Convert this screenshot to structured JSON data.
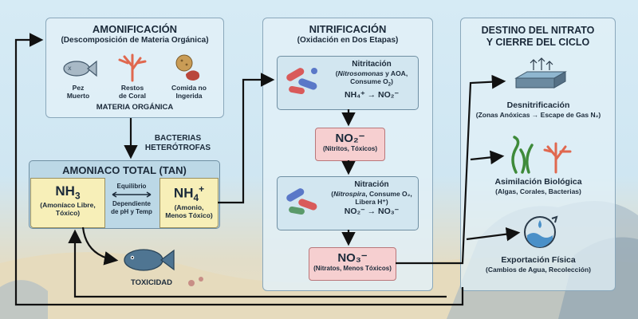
{
  "amonificacion": {
    "title": "AMONIFICACIÓN",
    "subtitle": "(Descomposición de Materia Orgánica)",
    "items": [
      {
        "line1": "Pez",
        "line2": "Muerto",
        "icon": "fish-icon"
      },
      {
        "line1": "Restos",
        "line2": "de Coral",
        "icon": "coral-icon"
      },
      {
        "line1": "Comida no",
        "line2": "Ingerida",
        "icon": "food-pellet-icon"
      }
    ],
    "footer": "MATERIA ORGÁNICA"
  },
  "bacterias": {
    "line1": "BACTERIAS",
    "line2": "HETERÓTROFAS"
  },
  "tan": {
    "title": "AMONIACO TOTAL (TAN)",
    "nh3": {
      "formula": "NH",
      "sub": "3",
      "desc1": "(Amoníaco Libre,",
      "desc2": "Tóxico)"
    },
    "equilibrio": {
      "top": "Equilibrio",
      "line1": "Dependiente",
      "line2": "de pH y Temp"
    },
    "nh4": {
      "formula": "NH",
      "sub": "4",
      "sup": "+",
      "desc1": "(Amonio,",
      "desc2": "Menos Tóxico)"
    }
  },
  "toxicidad": "TOXICIDAD",
  "nitrificacion": {
    "title": "NITRIFICACIÓN",
    "subtitle": "(Oxidación en Dos Etapas)",
    "step1": {
      "title": "Nitritación",
      "line1a": "(",
      "line1b": "Nitrosomonas",
      "line1c": " y AOA,",
      "line2": "Consume O",
      "line2sub": "2",
      "line2end": ")",
      "eq": "NH₄⁺ → NO₂⁻"
    },
    "no2": {
      "formula": "NO₂⁻",
      "desc": "(Nitritos, Tóxicos)"
    },
    "step2": {
      "title": "Nitración",
      "line1a": "(",
      "line1b": "Nitrospira",
      "line1c": ", Consume O₂,",
      "line2": "Libera H⁺)",
      "eq": "NO₂⁻ → NO₃⁻"
    },
    "no3": {
      "formula": "NO₃⁻",
      "desc": "(Nitratos, Menos Tóxicos)"
    }
  },
  "destino": {
    "title1": "DESTINO DEL NITRATO",
    "title2": "Y CIERRE DEL CICLO",
    "desn": {
      "title": "Desnitrificación",
      "desc": "(Zonas Anóxicas → Escape de Gas N₂)"
    },
    "asim": {
      "title": "Asimilación Biológica",
      "desc": "(Algas, Corales, Bacterias)"
    },
    "expo": {
      "title": "Exportación Física",
      "desc": "(Cambios de Agua, Recolección)"
    }
  }
}
